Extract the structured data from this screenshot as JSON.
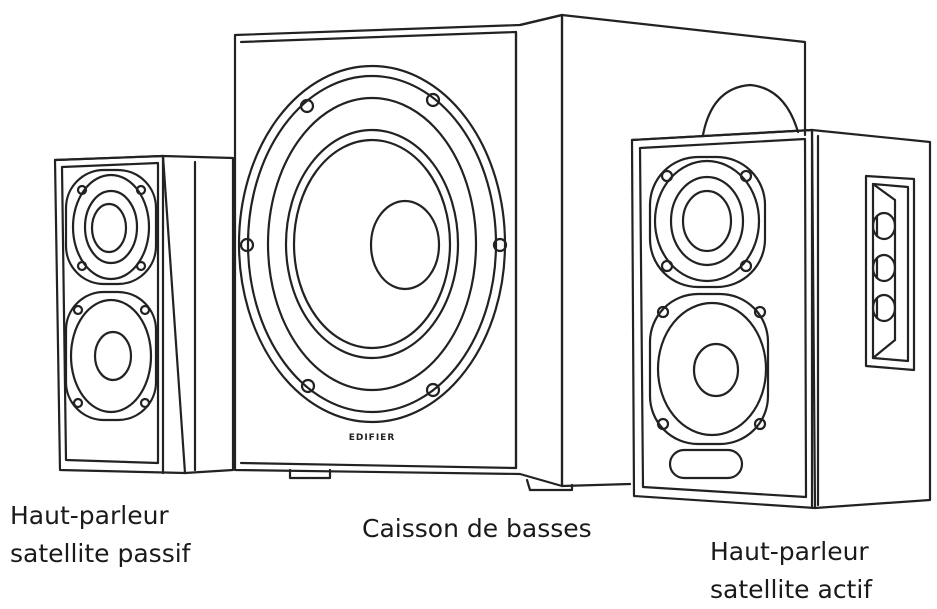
{
  "brand_logo": "EDIFIER",
  "labels": {
    "passive_speaker": [
      "Haut-parleur",
      "satellite passif"
    ],
    "subwoofer": [
      "Caisson de basses"
    ],
    "active_speaker": [
      "Haut-parleur",
      "satellite actif"
    ]
  },
  "colors": {
    "line": "#222222",
    "background": "#ffffff"
  }
}
